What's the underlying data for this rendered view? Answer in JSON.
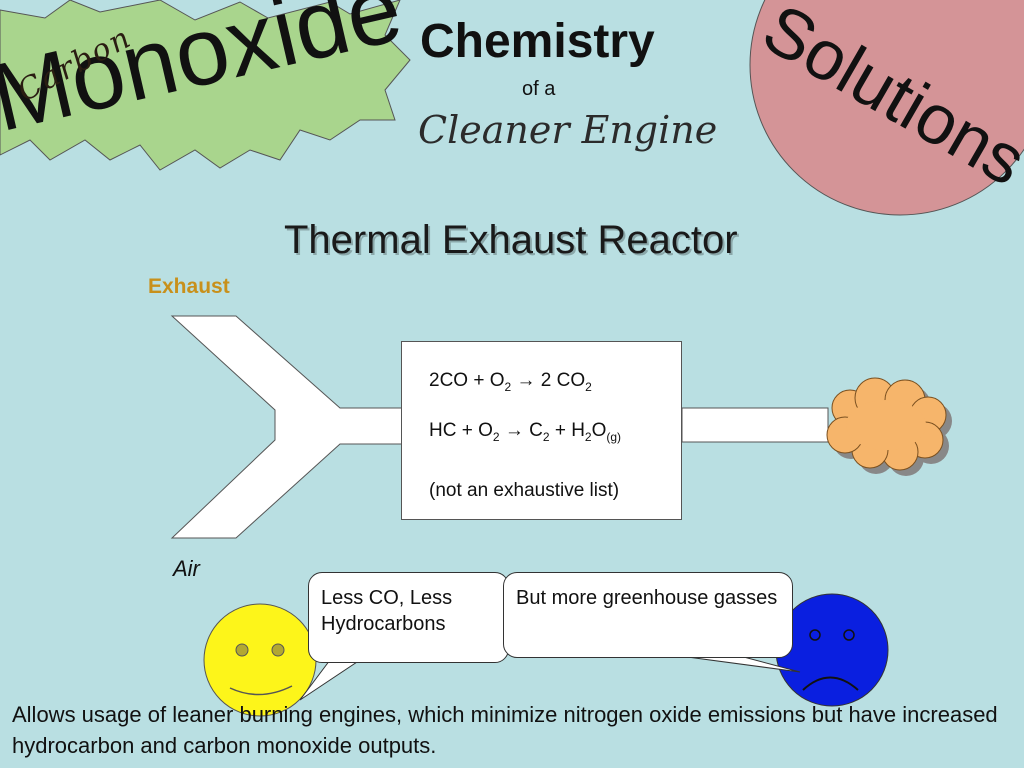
{
  "header": {
    "carbon": "Carbon",
    "monoxide": "Monoxide",
    "chemistry": "Chemistry",
    "of_a": "of a",
    "cleaner_engine": "Cleaner Engine",
    "solutions": "Solutions"
  },
  "slide": {
    "title": "Thermal Exhaust Reactor",
    "exhaust_label": "Exhaust",
    "air_label": "Air"
  },
  "reactor": {
    "eq1": {
      "a": "2CO + O",
      "a_sub": "2",
      "arrow": "→",
      "b": "2 CO",
      "b_sub": "2"
    },
    "eq2": {
      "a": "HC + O",
      "a_sub": "2",
      "arrow": "→",
      "b": "C",
      "b_sub": "2",
      "c": " + H",
      "c_sub": "2",
      "d": "O",
      "d_sub": "(g)"
    },
    "note": "(not an exhaustive list)"
  },
  "bubbles": {
    "left": "Less CO, Less Hydrocarbons",
    "right": "But more greenhouse gasses"
  },
  "caption": "Allows usage of leaner burning engines, which minimize nitrogen oxide emissions but have increased hydrocarbon and carbon monoxide outputs.",
  "colors": {
    "background": "#b9dfe2",
    "starburst": "#a9d58d",
    "solutions_circle": "#d49497",
    "exhaust_label": "#c8901b",
    "smoke": "#f6b56b",
    "happy_face": "#fdf51a",
    "sad_face": "#0a1fe0"
  }
}
